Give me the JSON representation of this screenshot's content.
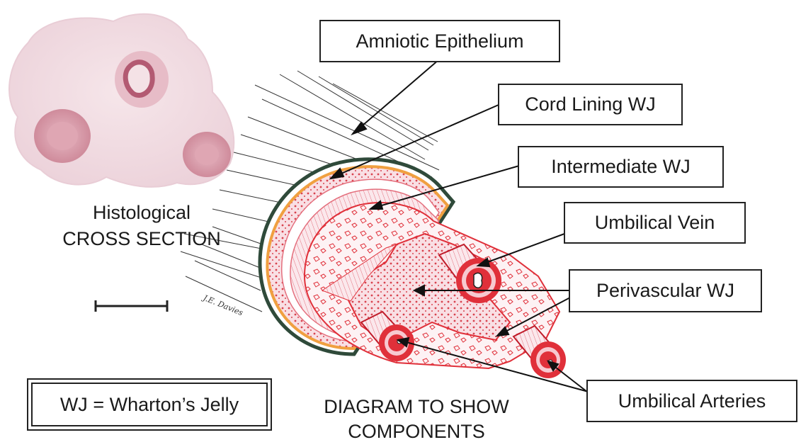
{
  "labels": {
    "amniotic_epithelium": "Amniotic Epithelium",
    "cord_lining_wj": "Cord Lining WJ",
    "intermediate_wj": "Intermediate WJ",
    "umbilical_vein": "Umbilical Vein",
    "perivascular_wj": "Perivascular WJ",
    "umbilical_arteries": "Umbilical Arteries"
  },
  "histology": {
    "line1": "Histological",
    "line2": "CROSS SECTION"
  },
  "diagram_caption": {
    "line1": "DIAGRAM TO SHOW",
    "line2": "COMPONENTS"
  },
  "legend": "WJ = Wharton’s Jelly",
  "signature": "J.E. Davies",
  "colors": {
    "tissue_pink": "#f1dde3",
    "vessel_pink": "#d98e9e",
    "drawing_red": "#e0303a",
    "lining_orange": "#f0a040",
    "epithelium_green": "#2f4a3a"
  }
}
